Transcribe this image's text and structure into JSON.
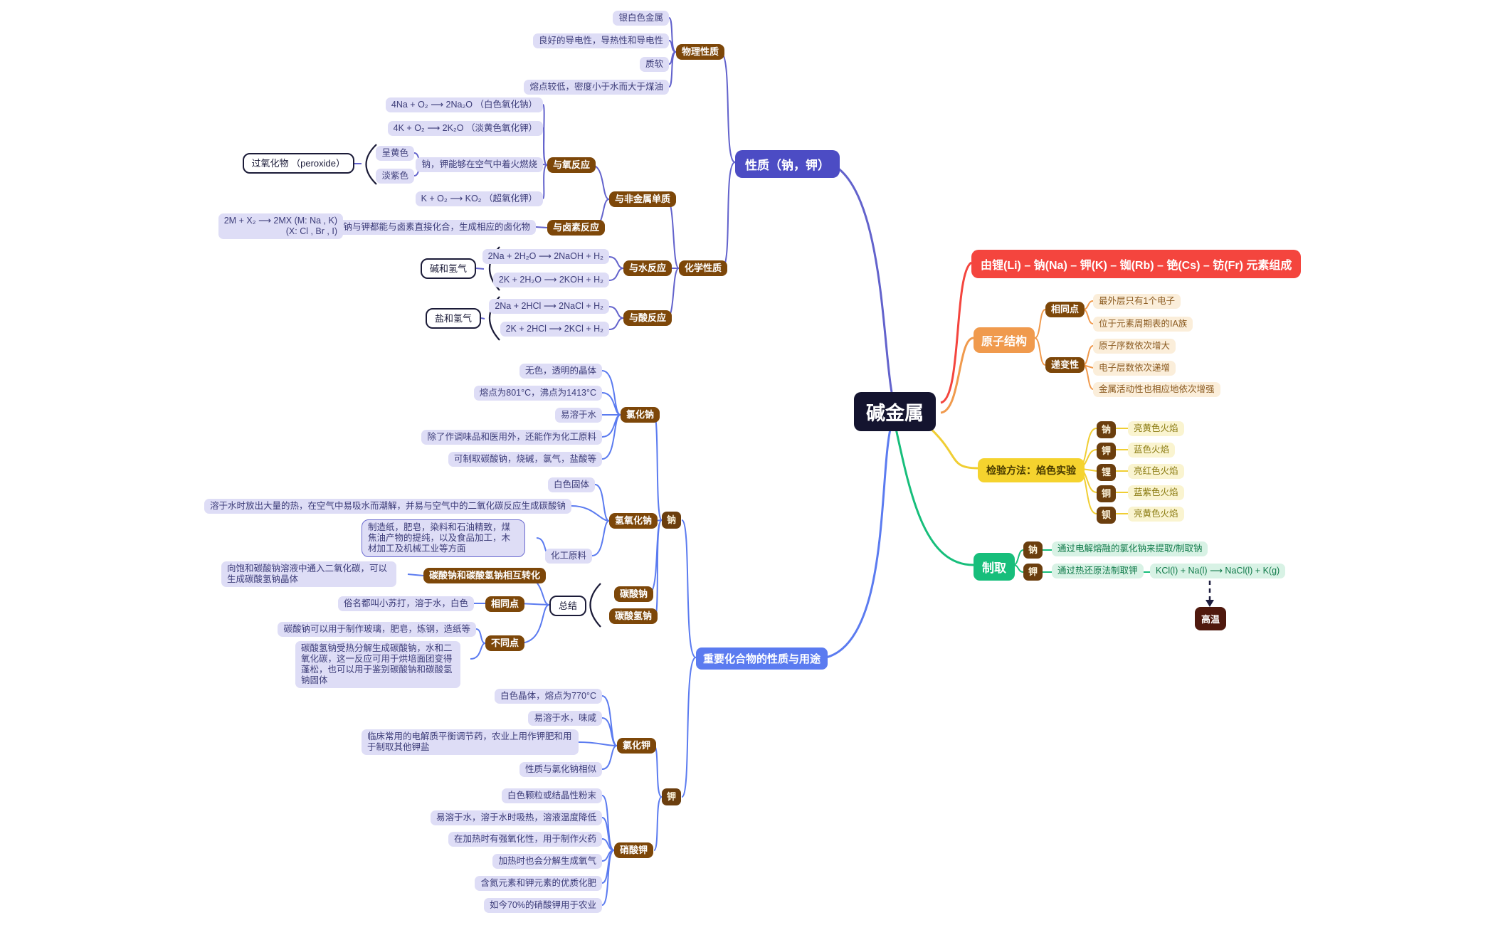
{
  "root": {
    "label": "碱金属"
  },
  "properties": {
    "label": "性质（钠，钾）",
    "physical": {
      "label": "物理性质",
      "items": [
        "银白色金属",
        "良好的导电性，导热性和导电性",
        "质软",
        "熔点较低，密度小于水而大于煤油"
      ]
    },
    "chemical": {
      "label": "化学性质",
      "nonmetal_label": "与非金属单质",
      "oxygen": {
        "label": "与氧反应",
        "eq_na2o": "4Na + O₂ ⟶ 2Na₂O （白色氧化钠）",
        "eq_k2o": "4K + O₂ ⟶ 2K₂O （淡黄色氧化钾）",
        "burn": "钠，钾能够在空气中着火燃烧",
        "peroxide": "过氧化物 （peroxide）",
        "na_color": "呈黄色",
        "k_color": "淡紫色",
        "eq_ko2": "K + O₂ ⟶ KO₂ （超氧化钾）"
      },
      "halogen": {
        "label": "与卤素反应",
        "desc": "钠与钾都能与卤素直接化合，生成相应的卤化物",
        "eq_line1": "2M + X₂ ⟶ 2MX (M: Na , K)",
        "eq_line2": "(X: Cl , Br , I)"
      },
      "water": {
        "label": "与水反应",
        "eq_na": "2Na + 2H₂O ⟶ 2NaOH + H₂",
        "eq_k": "2K + 2H₂O ⟶ 2KOH + H₂",
        "product": "碱和氢气"
      },
      "acid": {
        "label": "与酸反应",
        "eq_na": "2Na + 2HCl ⟶ 2NaCl + H₂",
        "eq_k": "2K + 2HCl ⟶ 2KCl + H₂",
        "product": "盐和氢气"
      }
    }
  },
  "composition": {
    "label": "由锂(Li) – 钠(Na) – 钾(K) – 铷(Rb) – 铯(Cs) – 钫(Fr) 元素组成"
  },
  "atomic": {
    "label": "原子结构",
    "same": {
      "label": "相同点",
      "items": [
        "最外层只有1个电子",
        "位于元素周期表的IA族"
      ]
    },
    "trend": {
      "label": "递变性",
      "items": [
        "原子序数依次增大",
        "电子层数依次递增",
        "金属活动性也相应地依次增强"
      ]
    }
  },
  "flame": {
    "label": "检验方法：焰色实验",
    "tests": [
      {
        "element": "钠",
        "color": "亮黄色火焰"
      },
      {
        "element": "钾",
        "color": "蓝色火焰"
      },
      {
        "element": "锂",
        "color": "亮红色火焰"
      },
      {
        "element": "铜",
        "color": "蓝紫色火焰"
      },
      {
        "element": "钡",
        "color": "亮黄色火焰"
      }
    ]
  },
  "preparation": {
    "label": "制取",
    "sodium": {
      "element": "钠",
      "method": "通过电解熔融的氯化钠来提取/制取钠"
    },
    "potassium": {
      "element": "钾",
      "method": "通过热还原法制取钾",
      "equation": "KCl(l) + Na(l) ⟶ NaCl(l) + K(g)",
      "condition": "高温"
    }
  },
  "compounds": {
    "label": "重要化合物的性质与用途",
    "sodium": {
      "label": "钠",
      "nacl": {
        "label": "氯化钠",
        "items": [
          "无色，透明的晶体",
          "熔点为801°C，沸点为1413°C",
          "易溶于水",
          "除了作调味品和医用外，还能作为化工原料",
          "可制取碳酸钠，烧碱，氯气，盐酸等"
        ]
      },
      "naoh": {
        "label": "氢氧化钠",
        "solid": "白色固体",
        "dissolve": "溶于水时放出大量的热，在空气中易吸水而潮解，并易与空气中的二氧化碳反应生成碳酸钠",
        "industrial": "化工原料",
        "uses": "制造纸，肥皂，染料和石油精致，煤焦油产物的提纯，以及食品加工，木材加工及机械工业等方面"
      },
      "carbonates": {
        "summary": "总结",
        "na2co3": "碳酸钠",
        "nahco3": "碳酸氢钠",
        "convert": {
          "label": "碳酸钠和碳酸氢钠相互转化",
          "desc": "向饱和碳酸钠溶液中通入二氧化碳，可以生成碳酸氢钠晶体"
        },
        "same": {
          "label": "相同点",
          "desc": "俗名都叫小苏打，溶于水，白色"
        },
        "diff": {
          "label": "不同点",
          "desc1": "碳酸钠可以用于制作玻璃，肥皂，炼钢，造纸等",
          "desc2": "碳酸氢钠受热分解生成碳酸钠，水和二氧化碳，这一反应可用于烘培面团变得蓬松，也可以用于鉴别碳酸钠和碳酸氢钠固体"
        }
      }
    },
    "potassium": {
      "label": "钾",
      "kcl": {
        "label": "氯化钾",
        "items": [
          "白色晶体，熔点为770°C",
          "易溶于水，味咸",
          "临床常用的电解质平衡调节药，农业上用作钾肥和用于制取其他钾盐",
          "性质与氯化钠相似"
        ]
      },
      "kno3": {
        "label": "硝酸钾",
        "items": [
          "白色颗粒或结晶性粉末",
          "易溶于水，溶于水时吸热，溶液温度降低",
          "在加热时有强氧化性，用于制作火药",
          "加热时也会分解生成氧气",
          "含氮元素和钾元素的优质化肥",
          "如今70%的硝酸钾用于农业"
        ]
      }
    }
  },
  "colors": {
    "central": "#14142F",
    "indigo": "#4C4CC4",
    "blue": "#5B7BF0",
    "brown": "#7D4709",
    "red": "#F4453E",
    "orange": "#F09A4D",
    "yellow": "#F5D32E",
    "green": "#17BE7B",
    "maroon": "#4F190E",
    "lavender": "#DEDDF6",
    "line_indigo": "#6262CC",
    "line_blue": "#5B7BF0"
  }
}
